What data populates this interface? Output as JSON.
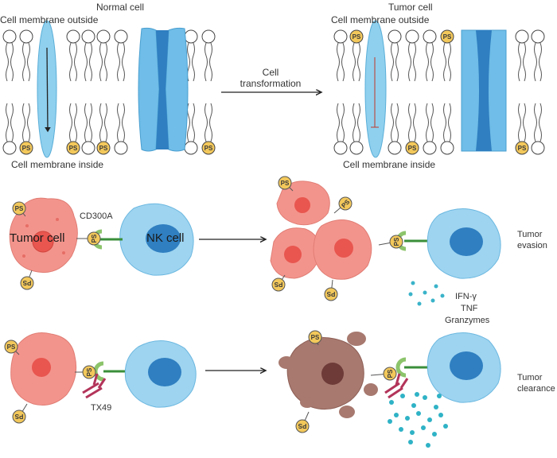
{
  "top": {
    "normal_title": "Normal cell",
    "tumor_title": "Tumor cell",
    "outside_label": "Cell membrane outside",
    "inside_label": "Cell membrane inside",
    "transformation_line1": "Cell",
    "transformation_line2": "transformation"
  },
  "ps_label": "PS",
  "middle": {
    "tumor_cell_label": "Tumor cell",
    "nk_cell_label": "NK cell",
    "receptor_label": "CD300A",
    "outcome_line1": "Tumor",
    "outcome_line2": "evasion",
    "cytokines": [
      "IFN-γ",
      "TNF",
      "Granzymes"
    ]
  },
  "bottom": {
    "antibody_label": "TX49",
    "outcome_line1": "Tumor",
    "outcome_line2": "clearance"
  },
  "colors": {
    "membrane_lipid_head": "#ffffff",
    "ps_head": "#f3c85b",
    "channel": "#8fd0ee",
    "tumor_cell": "#f3948c",
    "nk_cell": "#9ed4f0",
    "nk_nucleus": "#2f7fc1",
    "receptor": "#8cc46b",
    "antibody": "#b3345a",
    "dead_cell": "#a7796f"
  }
}
